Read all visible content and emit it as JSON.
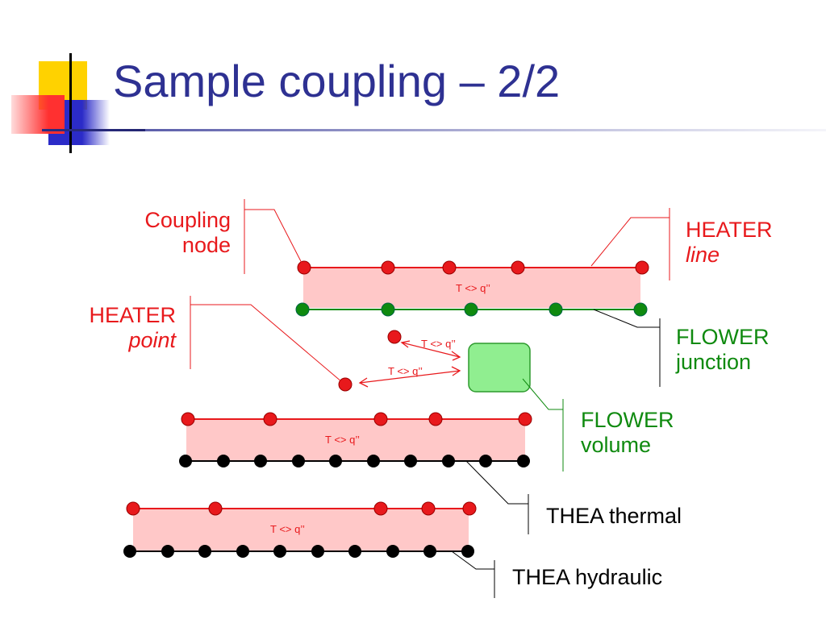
{
  "slide": {
    "title": "Sample coupling – 2/2"
  },
  "labels": {
    "coupling_node": {
      "line1": "Coupling",
      "line2": "node"
    },
    "heater_line": {
      "line1": "HEATER",
      "line2": "line"
    },
    "heater_point": {
      "line1": "HEATER",
      "line2": "point"
    },
    "flower_junction": {
      "line1": "FLOWER",
      "line2": "junction"
    },
    "flower_volume": {
      "line1": "FLOWER",
      "line2": "volume"
    },
    "thea_thermal": "THEA thermal",
    "thea_hydraulic": "THEA hydraulic"
  },
  "coupling_text": "T <> q’’",
  "colors": {
    "title": "#2E3192",
    "heater": "#E8191C",
    "flower": "#0F8A0F",
    "band_fill": "#FFC8C8",
    "volume_fill": "#90EE90",
    "deco_yellow": "#FFD200",
    "deco_blue": "#2B2BC8",
    "deco_red": "#FF3030"
  }
}
